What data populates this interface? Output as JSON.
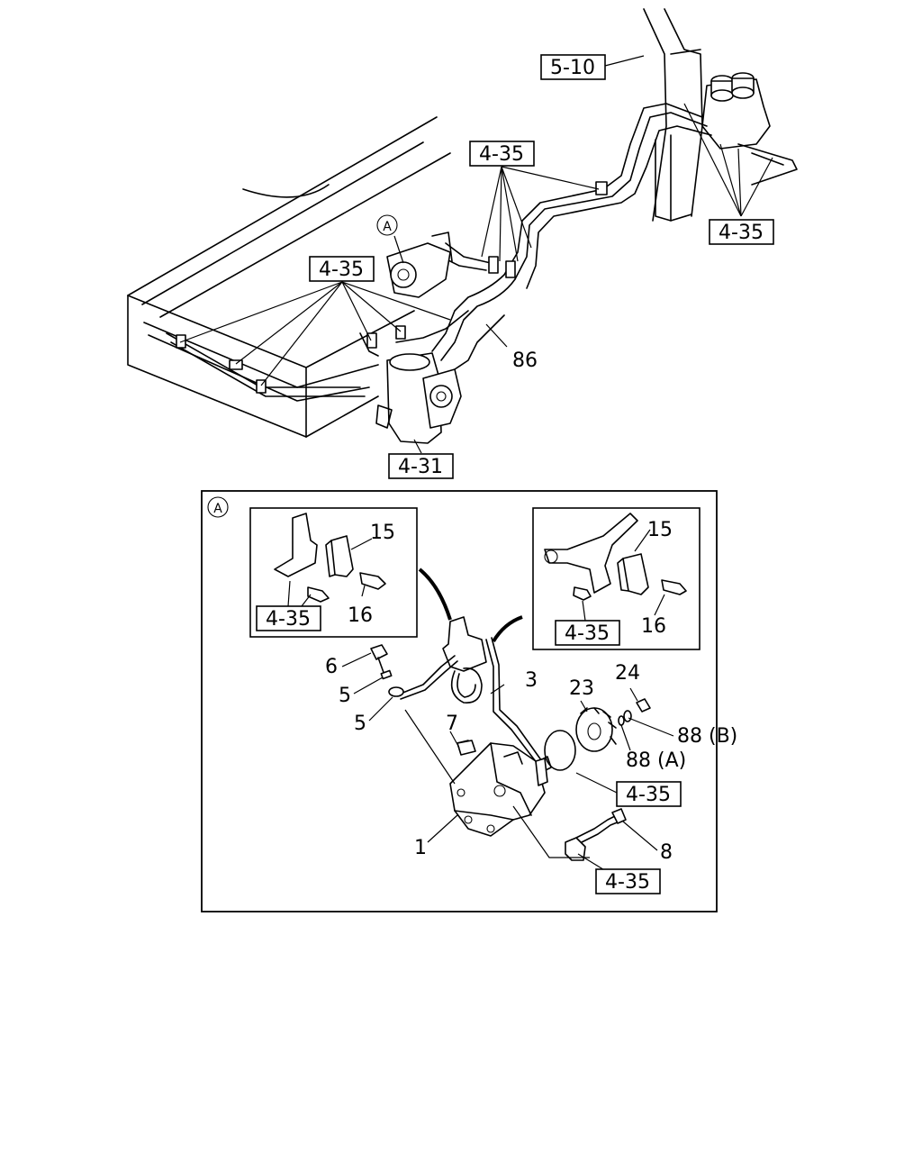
{
  "top_view": {
    "refs": {
      "r510": "5-10",
      "r435_top": "4-35",
      "r435_right": "4-35",
      "r435_left": "4-35",
      "r431": "4-31"
    },
    "labels": {
      "p86": "86",
      "callout_a": "A"
    }
  },
  "detail_a": {
    "marker": "A",
    "inset_left": {
      "ref": "4-35",
      "p15": "15",
      "p16": "16"
    },
    "inset_right": {
      "ref": "4-35",
      "p15": "15",
      "p16": "16"
    },
    "parts": {
      "p1": "1",
      "p3": "3",
      "p5a": "5",
      "p5b": "5",
      "p6": "6",
      "p7": "7",
      "p8": "8",
      "p23": "23",
      "p24": "24",
      "p88b": "88 (B)",
      "p88a": "88 (A)"
    },
    "refs": {
      "r435_oring": "4-35",
      "r435_bracket": "4-35"
    }
  }
}
